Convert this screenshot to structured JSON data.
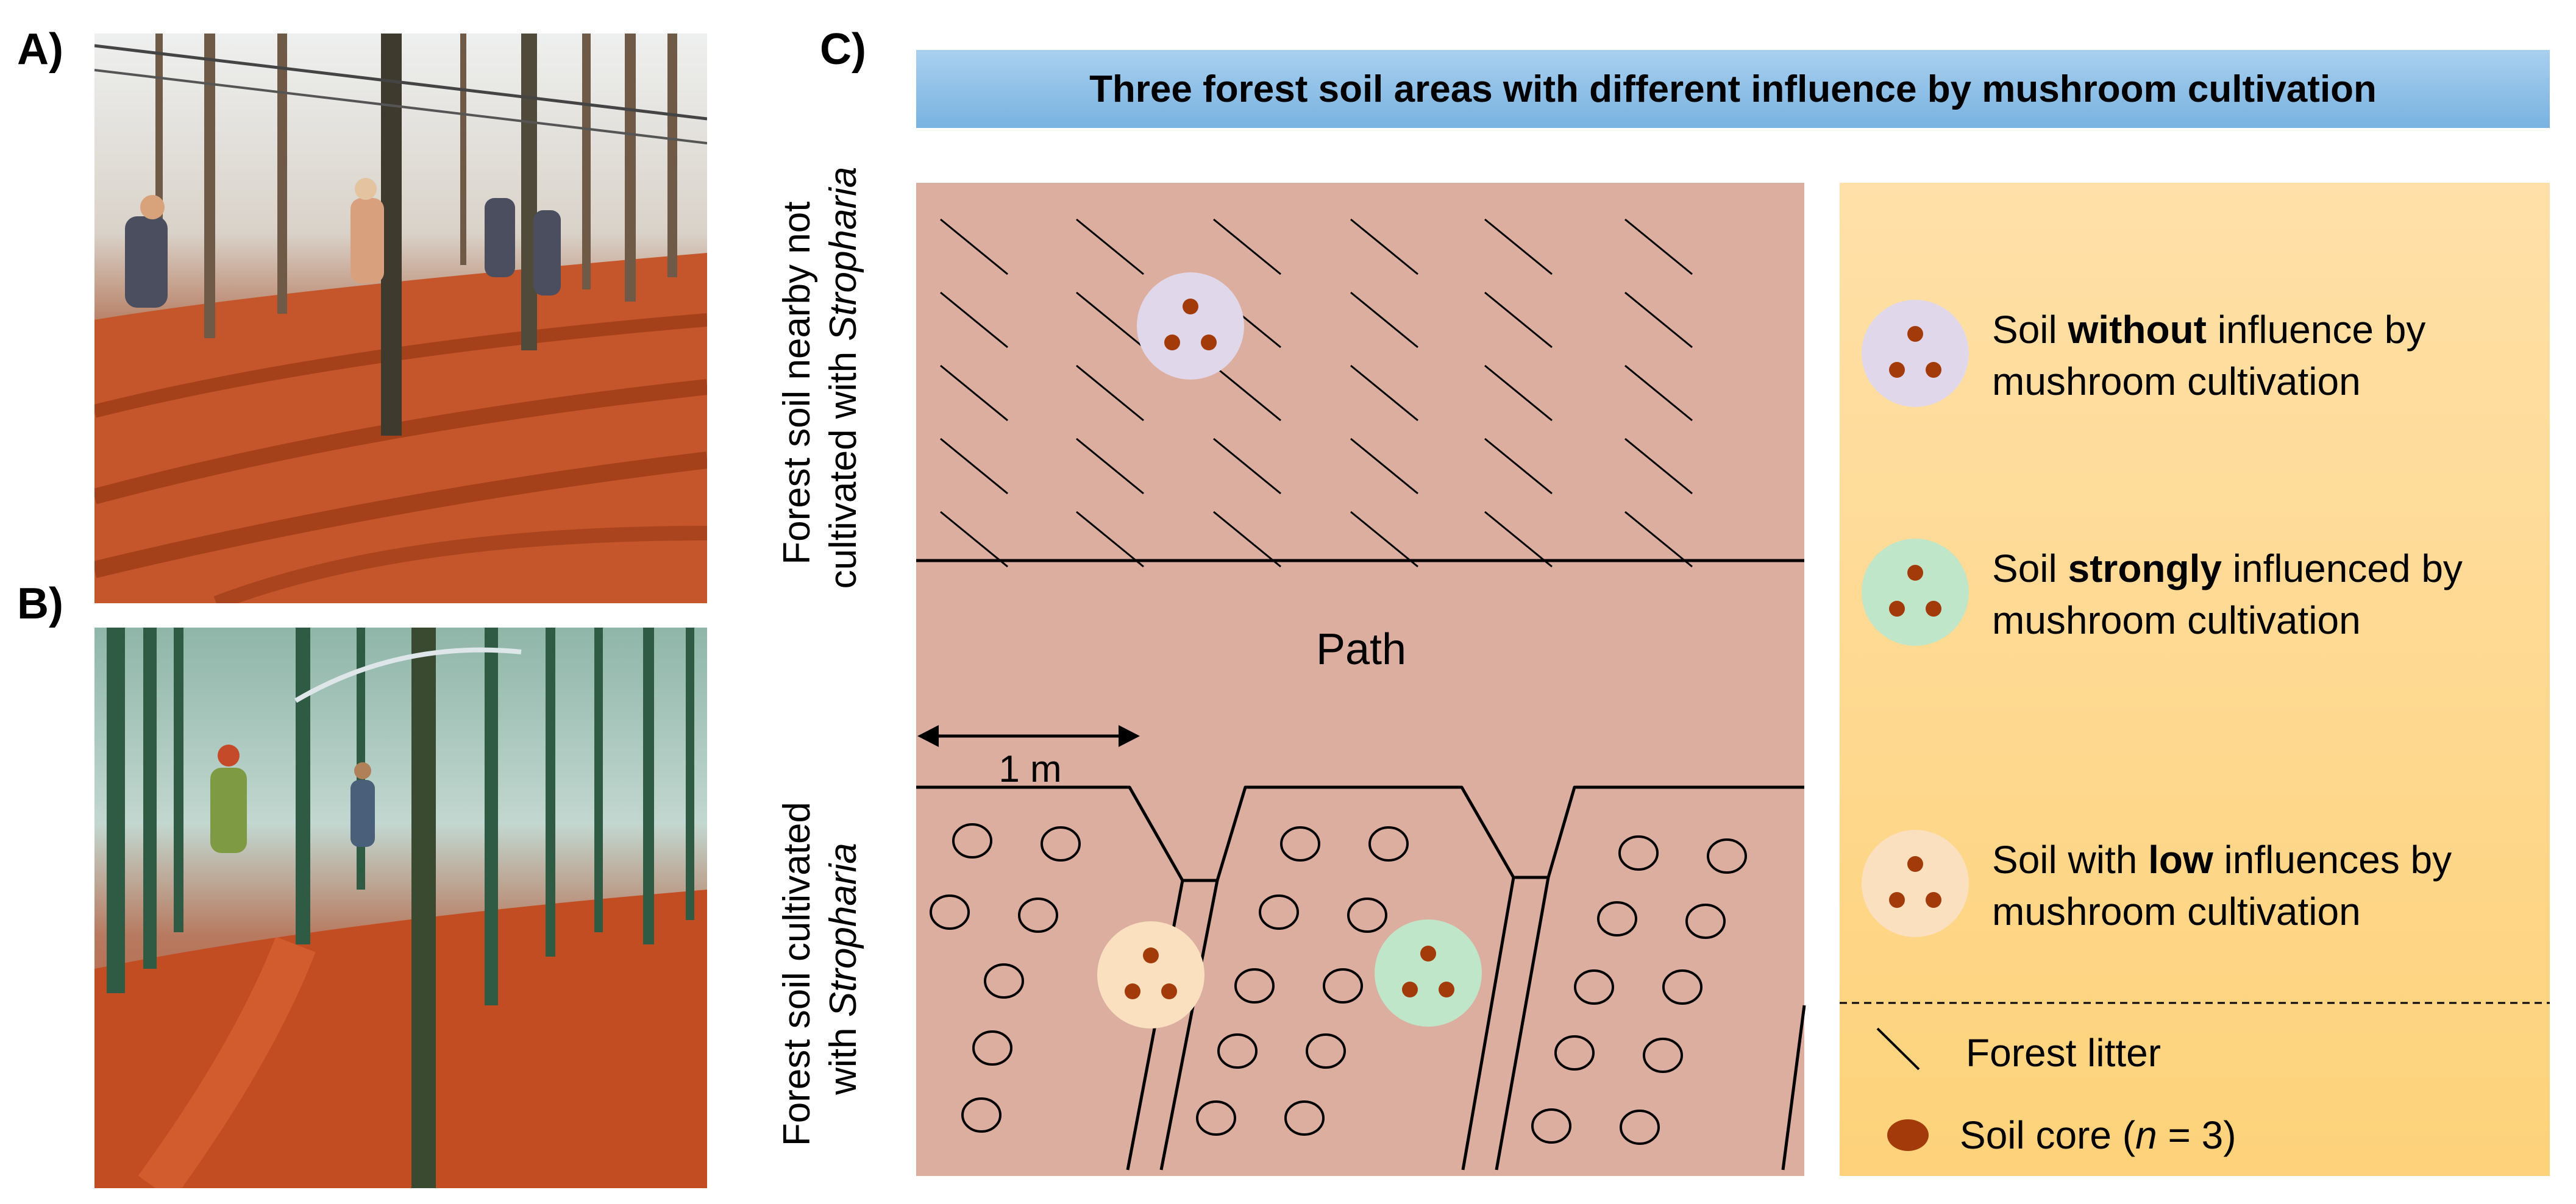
{
  "panels": {
    "a_label": "A)",
    "b_label": "B)",
    "c_label": "C)"
  },
  "title": "Three forest soil areas with different influence by mushroom cultivation",
  "side_labels": {
    "top_line1": "Forest soil nearby not",
    "top_line2_prefix": "cultivated with ",
    "top_line2_italic": "Stropharia",
    "bottom_line1": "Forest soil cultivated",
    "bottom_line2_prefix": "with ",
    "bottom_line2_italic": "Stropharia"
  },
  "map": {
    "path_label": "Path",
    "scale_label": "1 m"
  },
  "legend": {
    "items": [
      {
        "pre": "Soil ",
        "bold": "without",
        "post": " influence by",
        "line2": "mushroom cultivation",
        "color": "#e0d8ea"
      },
      {
        "pre": "Soil ",
        "bold": "strongly",
        "post": " influenced by",
        "line2": "mushroom cultivation",
        "color": "#bfe6c8"
      },
      {
        "pre": "Soil with ",
        "bold": "low",
        "post": " influences by",
        "line2": "mushroom cultivation",
        "color": "#fbe0c0"
      }
    ],
    "litter_label": "Forest litter",
    "core_label_prefix": "Soil core  (",
    "core_label_italic": "n",
    "core_label_suffix": " = 3)"
  },
  "colors": {
    "title_bar_top": "#a9d0ef",
    "title_bar_bottom": "#78b2e0",
    "soil_area": "#dcaea0",
    "legend_bg_top": "#ffe0a8",
    "legend_bg_bottom": "#fdd27a",
    "soil_core": "#a33a0a",
    "photo_soil": "#c94f22"
  }
}
